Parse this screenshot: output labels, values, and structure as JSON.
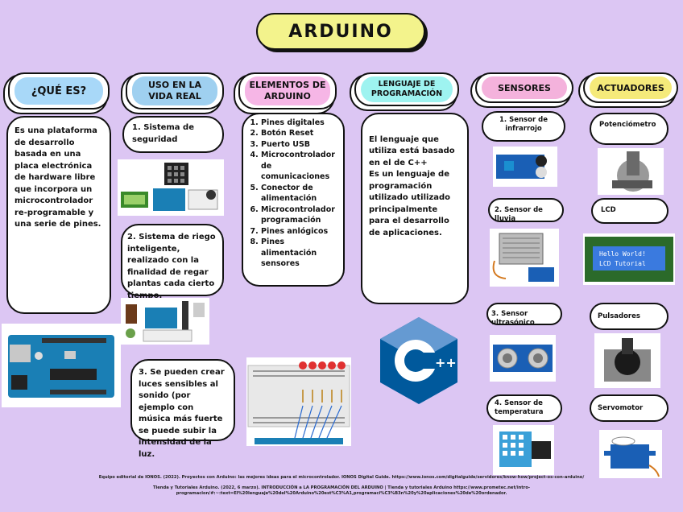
{
  "title": "ARDUINO",
  "columns": {
    "que_es": {
      "header": "¿QUÉ ES?",
      "text": "Es una plataforma de desarrollo basada en una placa electrónica de hardware libre que incorpora un microcontrolador re-programable y una serie de pines."
    },
    "uso": {
      "header_line1": "USO EN LA",
      "header_line2": "VIDA REAL",
      "items": [
        "1. Sistema de seguridad",
        "2. Sistema de riego inteligente, realizado con la finalidad de regar plantas cada cierto tiempo.",
        "3. Se pueden crear luces sensibles al sonido (por ejemplo con música más fuerte se puede subir la intensidad de la luz."
      ]
    },
    "elementos": {
      "header_line1": "ELEMENTOS DE",
      "header_line2": "ARDUINO",
      "items": [
        "Pines digitales",
        "Botón Reset",
        "Puerto USB",
        "Microcontrolador de comunicaciones",
        "Conector de alimentación",
        "Microcontrolador programación",
        "Pines anlógicos",
        "Pines alimentación sensores"
      ]
    },
    "lenguaje": {
      "header_line1": "LENGUAJE DE",
      "header_line2": "PROGRAMACIÓN",
      "text": "El lenguaje que utiliza está basado en el de C++\nEs un lenguaje de programación utilizado utilizado principalmente para el desarrollo de aplicaciones."
    },
    "sensores": {
      "header": "SENSORES",
      "items": [
        "1. Sensor de infrarrojo",
        "2. Sensor de lluvia",
        "3. Sensor ultrasónico",
        "4. Sensor de temperatura"
      ]
    },
    "actuadores": {
      "header": "ACTUADORES",
      "items": [
        "Potenciómetro",
        "LCD",
        "Pulsadores",
        "Servomotor"
      ]
    }
  },
  "lcd_text": [
    "Hello World!",
    "LCD Tutorial"
  ],
  "cpp_logo_text": "C",
  "cpp_plus": "++",
  "credits": [
    "Equipo editorial de IONOS. (2022). Proyectos con Arduino: las mejores ideas para el microcontrolador. IONOS Digital Guide. https://www.ionos.com/digitalguide/servidores/know-how/project-os-con-arduino/",
    "Tienda y Tutoriales Arduino. (2022, 6 marzo). INTRODUCCIÓN a LA PROGRAMACIÓN DEL ARDUINO | Tienda y tutoriales Arduino https://www.prometec.net/intro-programacion/#:~:text=El%20lenguaje%20del%20Arduino%20est%C3%A1,programaci%C3%B3n%20y%20aplicaciones%20de%20ordenador."
  ],
  "colors": {
    "background": "#dcc6f3",
    "title_yellow": "#f3f38c",
    "que_es_blue": "#a8d8f8",
    "uso_blue": "#9fd0f0",
    "elementos_pink": "#f6b6e6",
    "lenguaje_cyan": "#9ef3f0",
    "sensores_pink": "#f4b2dc",
    "actuadores_yellow": "#f5ea7a"
  }
}
